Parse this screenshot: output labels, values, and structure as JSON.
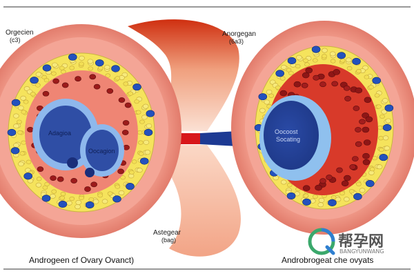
{
  "labels": {
    "top_left": {
      "title": "Orgecien",
      "sub": "(c3)"
    },
    "top_center": {
      "title": "Anorgegan",
      "sub": "(6a3)"
    },
    "bottom_center": {
      "title": "Astegear",
      "sub": "(bag)"
    }
  },
  "left_follicle": {
    "cell_1_label": "Adagioa",
    "cell_2_label": "Oocagion"
  },
  "right_follicle": {
    "oocyte_line_1": "Oocoost",
    "oocyte_line_2": "Socating"
  },
  "captions": {
    "left": "Androgeen cf Ovary Ovanct)",
    "right": "Androbrogeat che ovyats"
  },
  "watermark": {
    "chinese": "帮孕网",
    "latin": "BANGYUNWANG"
  },
  "colors": {
    "outer_wall": "#e98a7a",
    "theca": "#f7a79a",
    "granulosa": "#f5e45e",
    "blue_cells": "#1f4fb8",
    "red_cells": "#9c1b1b",
    "oocyte_dark": "#2c4aa0",
    "oocyte_light": "#7fb0e8",
    "duct_red": "#c01818",
    "duct_blue": "#1d3a93"
  }
}
